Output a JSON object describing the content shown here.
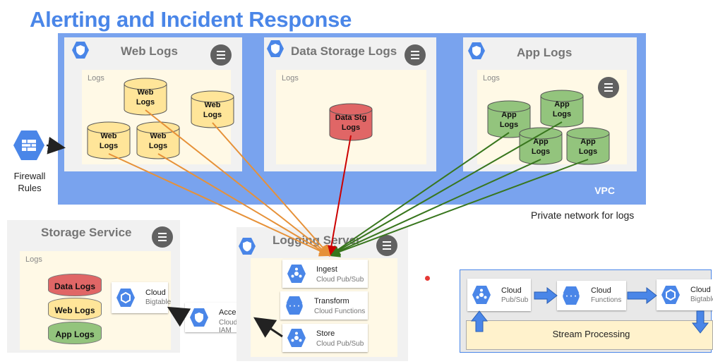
{
  "title": "Alerting and Incident Response",
  "vpc": {
    "label": "VPC",
    "note": "Private network for logs"
  },
  "firewall": {
    "label_line1": "Firewall",
    "label_line2": "Rules"
  },
  "web_logs": {
    "title": "Web Logs",
    "inner_label": "Logs",
    "item_line1": "Web",
    "item_line2": "Logs"
  },
  "data_storage_logs": {
    "title": "Data Storage Logs",
    "inner_label": "Logs",
    "item_line1": "Data Stg",
    "item_line2": "Logs"
  },
  "app_logs": {
    "title": "App Logs",
    "inner_label": "Logs",
    "item_line1": "App",
    "item_line2": "Logs"
  },
  "storage_service": {
    "title": "Storage Service",
    "inner_label": "Logs",
    "stack": [
      "Data Logs",
      "Web Logs",
      "App Logs"
    ],
    "bigtable": {
      "name": "Cloud",
      "sub": "Bigtable"
    }
  },
  "access": {
    "name": "Access",
    "sub": "Cloud IAM"
  },
  "logging_server": {
    "title": "Logging Server",
    "steps": [
      {
        "name": "Ingest",
        "sub": "Cloud Pub/Sub"
      },
      {
        "name": "Transform",
        "sub": "Cloud Functions"
      },
      {
        "name": "Store",
        "sub": "Cloud Pub/Sub"
      }
    ]
  },
  "stream": {
    "label": "Stream Processing",
    "nodes": [
      {
        "name": "Cloud",
        "sub": "Pub/Sub"
      },
      {
        "name": "Cloud",
        "sub": "Functions"
      },
      {
        "name": "Cloud",
        "sub": "Bigtable"
      }
    ]
  },
  "colors": {
    "accent": "#4a86e8",
    "vpc_fill": "#79a3ee",
    "web_log": "#ffe599",
    "data_log": "#e06666",
    "app_log": "#93c47d",
    "web_arrow": "#e69138",
    "data_arrow": "#cc0000",
    "app_arrow": "#38761d"
  }
}
